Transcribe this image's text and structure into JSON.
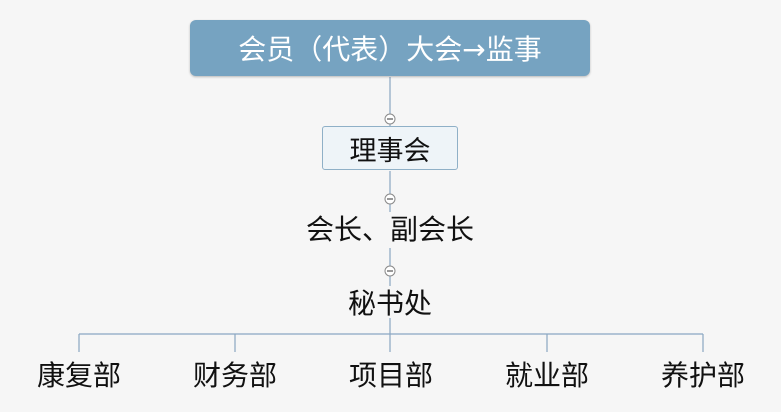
{
  "diagram": {
    "root": {
      "label": "会员（代表）大会→监事"
    },
    "board": {
      "label": "理事会"
    },
    "leaders": {
      "label": "会长、副会长"
    },
    "secretariat": {
      "label": "秘书处"
    },
    "departments": [
      {
        "label": "康复部"
      },
      {
        "label": "财务部"
      },
      {
        "label": "项目部"
      },
      {
        "label": "就业部"
      },
      {
        "label": "养护部"
      }
    ]
  },
  "colors": {
    "root_fill": "#76a3c1",
    "connector": "#8aa7c2",
    "board_fill": "#eef4f8",
    "background": "#f6f6f6"
  }
}
